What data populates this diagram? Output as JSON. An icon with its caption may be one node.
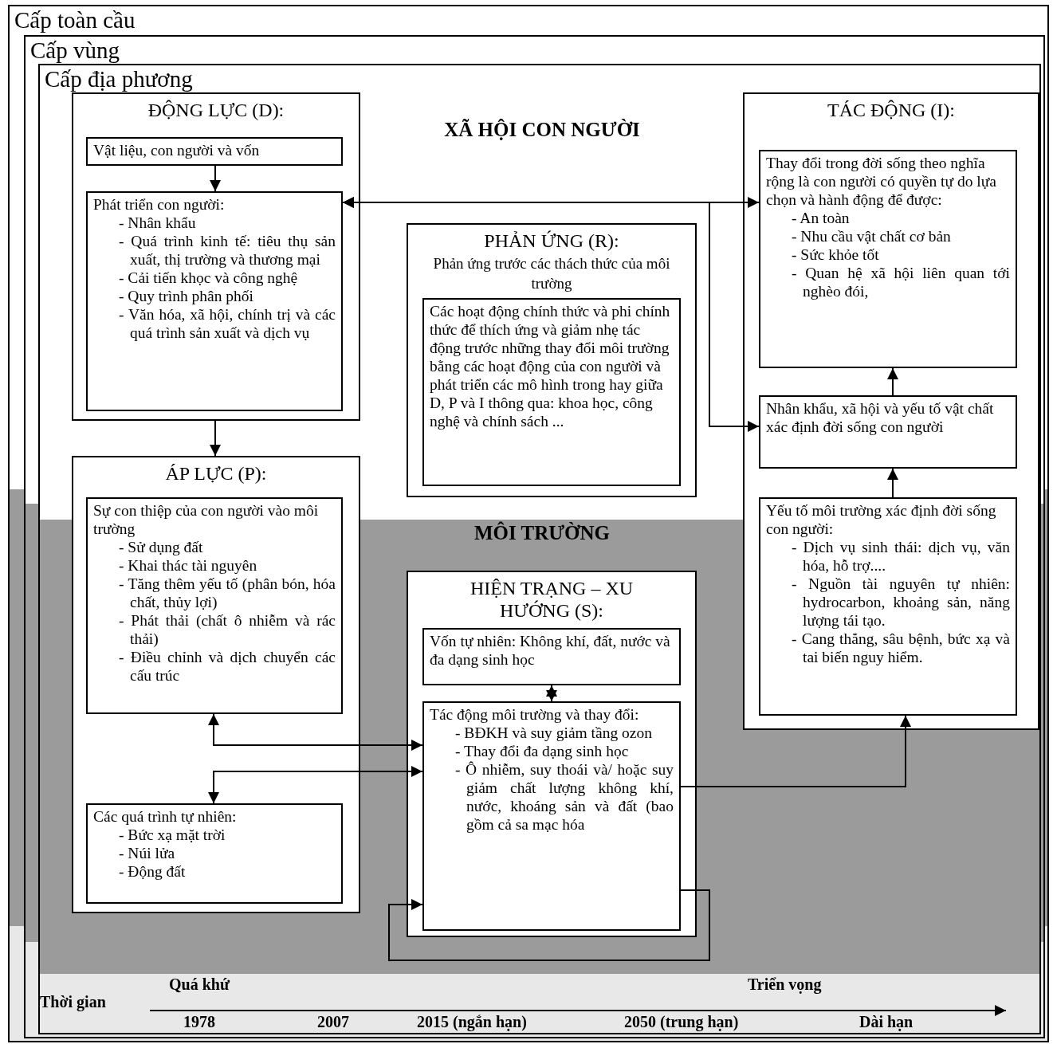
{
  "diagram": {
    "nodes": [
      {
        "text": [
          "Cấp toàn cầu"
        ]
      },
      {
        "text": [
          "Cấp vùng"
        ],
        "in": 0
      },
      {
        "text": [
          "Cấp địa phương"
        ],
        "in": 1
      },
      {
        "text": [
          "ĐỘNG LỰC (D):"
        ],
        "in": 2
      },
      {
        "text": [
          "Vật liệu, con người và vốn"
        ],
        "in": 3
      },
      {
        "text": [
          "Phát triển con người:",
          "- Nhân khẩu",
          "- Quá trình kinh tế: tiêu thụ sản xuất, thị trường và thương mại",
          "- Cải tiến khọc và công nghệ",
          "- Quy trình phân phối",
          "- Văn hóa, xã hội, chính trị và các quá trình sản xuất và dịch vụ"
        ],
        "in": 3
      },
      {
        "text": [
          "ÁP LỰC (P):"
        ],
        "in": 2
      },
      {
        "text": [
          "Sự con thiệp của con người vào môi trường",
          "- Sử dụng đất",
          "- Khai thác tài nguyên",
          "- Tăng thêm yếu tố (phân bón, hóa chất, thủy lợi)",
          "- Phát thải (chất ô nhiễm và rác thải)",
          "- Điều chỉnh và dịch chuyển các cấu trúc"
        ],
        "in": 6
      },
      {
        "text": [
          "Các quá trình tự nhiên:",
          "- Bức xạ mặt trời",
          "- Núi lửa",
          "- Động đất"
        ],
        "in": 6
      },
      {
        "text": [
          "PHẢN ỨNG (R):",
          "Phản ứng trước các thách thức của môi trường"
        ],
        "in": 2
      },
      {
        "text": [
          "Các hoạt động chính thức và phi chính thức để thích ứng và giảm nhẹ tác động trước những thay đổi môi trường bằng các hoạt động của con người và phát triển các mô hình trong hay giữa D, P và I thông qua: khoa học, công nghệ và chính sách ..."
        ],
        "in": 9
      },
      {
        "text": [
          "HIỆN TRẠNG – XU HƯỚNG (S):"
        ],
        "in": 2
      },
      {
        "text": [
          "Vốn tự nhiên: Không khí, đất, nước và đa dạng sinh học"
        ],
        "in": 11
      },
      {
        "text": [
          "Tác động môi trường và thay đổi:",
          "- BĐKH và suy giảm tầng ozon",
          "- Thay đổi đa dạng sinh học",
          "- Ô nhiễm, suy thoái và/ hoặc suy giảm chất lượng không khí, nước, khoáng sản và đất (bao gồm cả sa mạc hóa"
        ],
        "in": 11
      },
      {
        "text": [
          "TÁC ĐỘNG (I):"
        ],
        "in": 2
      },
      {
        "text": [
          "Thay đổi trong đời sống theo nghĩa rộng là con người có quyền tự do lựa chọn và hành động để được:",
          "- An toàn",
          "- Nhu cầu vật chất cơ bản",
          "- Sức khỏe tốt",
          "- Quan hệ xã hội liên quan tới nghèo đói,"
        ],
        "in": 14
      },
      {
        "text": [
          "Nhân khẩu, xã hội và yếu tố vật chất xác định đời sống con người"
        ],
        "in": 14
      },
      {
        "text": [
          "Yếu tố môi trường xác định đời sống con người:",
          "- Dịch vụ sinh thái: dịch vụ, văn hóa, hỗ trợ....",
          "- Nguồn tài nguyên tự nhiên: hydrocarbon, khoảng sản, năng lượng tái tạo.",
          "- Cang thẳng, sâu bệnh, bức xạ và tai biến nguy hiểm."
        ],
        "in": 14
      }
    ],
    "edges": [
      {
        "from": 4,
        "to": 5,
        "arrow": "to"
      },
      {
        "from": 3,
        "to": 6,
        "arrow": "to"
      },
      {
        "from": 5,
        "to": 15,
        "arrow": "both"
      },
      {
        "from": 5,
        "to": 16,
        "arrow": "both"
      },
      {
        "from": 16,
        "to": 15,
        "arrow": "to"
      },
      {
        "from": 17,
        "to": 16,
        "arrow": "to"
      },
      {
        "from": 12,
        "to": 13,
        "arrow": "both"
      },
      {
        "from": 13,
        "to": 7,
        "arrow": "both"
      },
      {
        "from": 13,
        "to": 8,
        "arrow": "both"
      },
      {
        "from": 13,
        "to": 17,
        "arrow": "to"
      },
      {
        "from": 13,
        "to": 13,
        "arrow": "to"
      }
    ],
    "labels": [
      "XÃ HỘI CON NGƯỜI",
      "MÔI TRƯỜNG",
      "Quá khứ",
      "Triển vọng",
      "Thời gian",
      "1978",
      "2007",
      "2015 (ngắn hạn)",
      "2050 (trung hạn)",
      "Dài hạn"
    ]
  }
}
